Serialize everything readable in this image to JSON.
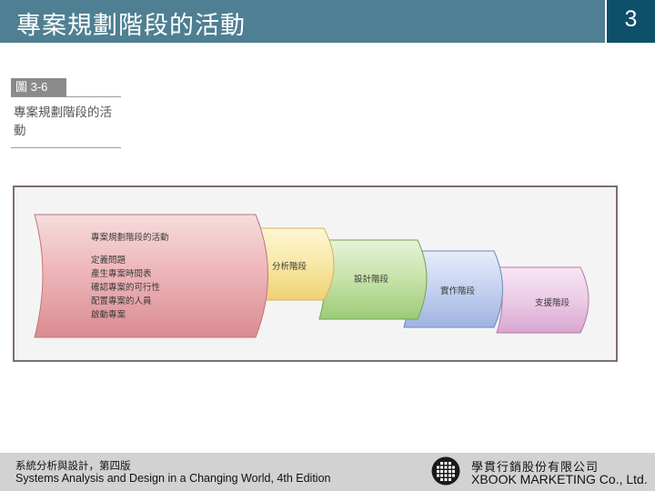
{
  "header": {
    "title": "專案規劃階段的活動",
    "page_number": "3"
  },
  "figure": {
    "label": "圖 3-6",
    "caption_line1": "專案規劃階段的活",
    "caption_line2": "動"
  },
  "diagram": {
    "main_stage": {
      "title": "專案規劃階段的活動",
      "activities": [
        "定義問題",
        "產生專案時間表",
        "確認專案的可行性",
        "配置專案的人員",
        "啟動專案"
      ]
    },
    "stages": [
      "分析階段",
      "設計階段",
      "實作階段",
      "支援階段"
    ]
  },
  "footer": {
    "book_cn": "系統分析與設計，第四版",
    "book_en": "Systems Analysis and Design in a Changing World, 4th Edition",
    "publisher_cn": "學貫行銷股份有限公司",
    "publisher_en": "XBOOK MARKETING Co., Ltd."
  }
}
